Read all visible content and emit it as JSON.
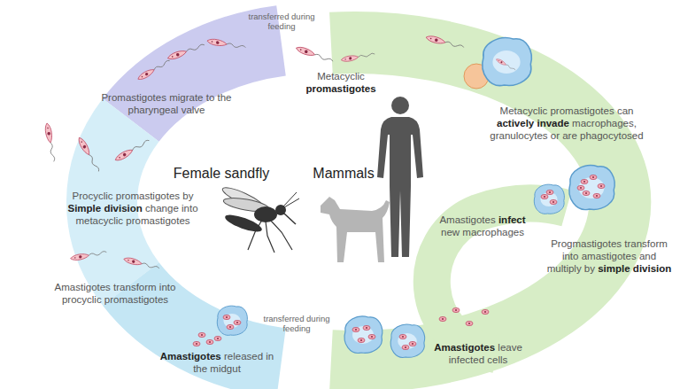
{
  "diagram": {
    "labels": [
      "transferred during feeding",
      "Promastigotes migrate to the pharyngeal valve",
      "Procyclic promastigotes by Simple division change into metacyclic promastigotes",
      "Amastigotes transform into procyclic promastigotes",
      "Amastigotes released in the midgut",
      "transferred during feeding",
      "Female sandfly",
      "Mammals",
      "Metacyclic promastigotes",
      "Metacyclic promastigotes can actively invade macrophages, granulocytes or are phagocytosed",
      "Progmastigotes transform into amastigotes and multiply by simple division",
      "Amastigotes infect new macrophages",
      "Amastigotes leave infected cells"
    ]
  }
}
